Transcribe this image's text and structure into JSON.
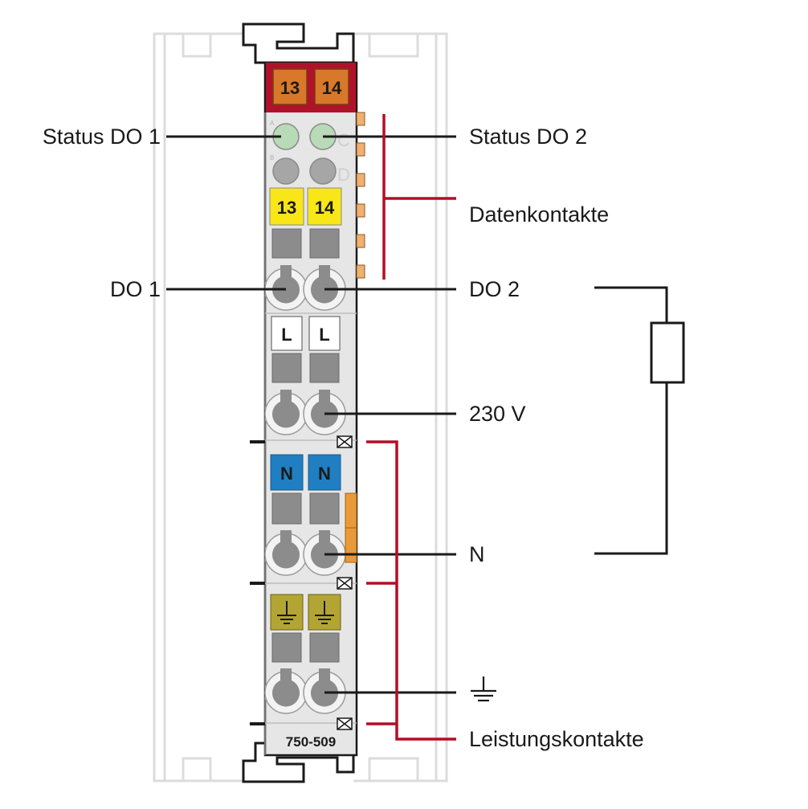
{
  "module": {
    "top_terminal_left": "13",
    "top_terminal_right": "14",
    "led_small_a": "A",
    "led_small_b": "B",
    "led_c": "C",
    "led_d": "D",
    "marker_do_left": "13",
    "marker_do_right": "14",
    "marker_l_left": "L",
    "marker_l_right": "L",
    "marker_n_left": "N",
    "marker_n_right": "N",
    "model_number": "750-509"
  },
  "labels": {
    "status_do1": "Status DO 1",
    "status_do2": "Status DO 2",
    "data_contacts": "Datenkontakte",
    "do1": "DO 1",
    "do2": "DO 2",
    "voltage": "230 V",
    "neutral": "N",
    "power_contacts": "Leistungskontakte"
  },
  "colors": {
    "module_body": "#e6e6e6",
    "header_red": "#b0122a",
    "orange_marker": "#d8782a",
    "yellow_marker": "#f8e619",
    "blue_marker": "#1f7fc2",
    "olive_marker": "#b3a534",
    "led_green": "#b9dab6",
    "led_gray": "#a6a6a6",
    "bracket_red": "#b30e26",
    "contact_orange": "#f0b070"
  }
}
